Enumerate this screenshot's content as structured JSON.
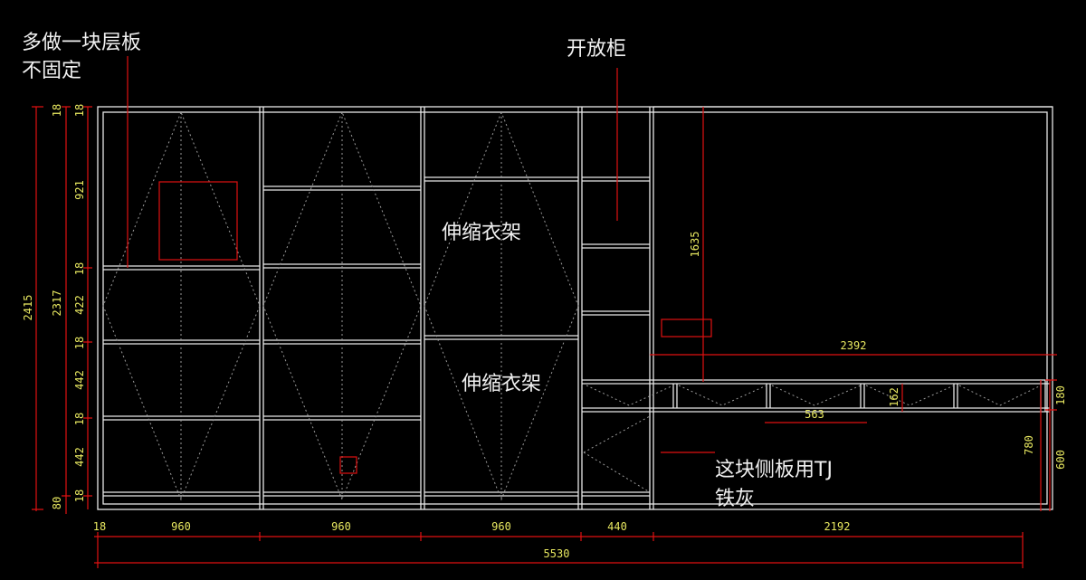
{
  "annotations": {
    "extra_shelf_line1": "多做一块层板",
    "extra_shelf_line2": "不固定",
    "open_cabinet": "开放柜",
    "telescopic_rack_1": "伸缩衣架",
    "telescopic_rack_2": "伸缩衣架",
    "side_panel_line1": "这块侧板用TJ",
    "side_panel_line2": "铁灰"
  },
  "dimensions": {
    "total_height": "2415",
    "inner_height": "2317",
    "base_height": "80",
    "left_chain": [
      "18",
      "921",
      "18",
      "422",
      "18",
      "442",
      "18",
      "442",
      "18"
    ],
    "top_right_18": "18",
    "bottom_chain": [
      "18",
      "960",
      "960",
      "960",
      "440",
      "2192"
    ],
    "total_width": "5530",
    "open_height": "1635",
    "right_width": "2392",
    "drawer_height": "162",
    "drawer_width": "563",
    "desk_height": "780",
    "band_height": "180",
    "lower_height": "600"
  },
  "colors": {
    "lines": "#e8e8e8",
    "dimension_lines": "#e01010",
    "dimension_text": "#e8e860"
  }
}
